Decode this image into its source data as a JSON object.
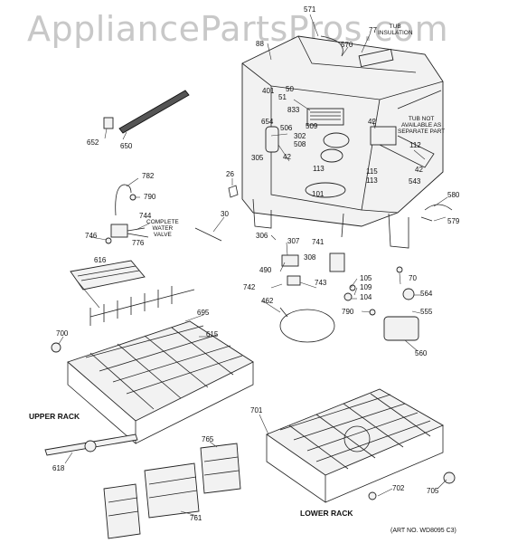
{
  "watermark": "AppliancePartsPros.com",
  "callouts": {
    "c571": "571",
    "c77": "77",
    "c570": "570",
    "c88": "88",
    "c401": "401",
    "c50": "50",
    "c51": "51",
    "c833": "833",
    "c654": "654",
    "c506": "506",
    "c509": "509",
    "c302": "302",
    "c508": "508",
    "c305": "305",
    "c42a": "42",
    "c113a": "113",
    "c101": "101",
    "c42b": "42",
    "c112": "112",
    "c115": "115",
    "c113b": "113",
    "c42c": "42",
    "c543": "543",
    "c580": "580",
    "c579": "579",
    "c652": "652",
    "c650": "650",
    "c782": "782",
    "c790a": "790",
    "c26": "26",
    "c744": "744",
    "c30": "30",
    "c746": "746",
    "c776": "776",
    "c306": "306",
    "c307": "307",
    "c741": "741",
    "c308": "308",
    "c490": "490",
    "c616": "616",
    "c105": "105",
    "c70": "70",
    "c742": "742",
    "c743": "743",
    "c109": "109",
    "c104": "104",
    "c564": "564",
    "c462": "462",
    "c555": "555",
    "c790b": "790",
    "c695": "695",
    "c615": "615",
    "c700": "700",
    "c560": "560",
    "c701": "701",
    "c765": "765",
    "c618": "618",
    "c761": "761",
    "c702": "702",
    "c705": "705"
  },
  "notes": {
    "tub_insulation": [
      "TUB",
      "INSULATION"
    ],
    "tub_not_available": [
      "TUB NOT",
      "AVAILABLE AS",
      "SEPARATE PART"
    ],
    "complete_water_valve": [
      "COMPLETE",
      "WATER",
      "VALVE"
    ]
  },
  "captions": {
    "upper_rack": "UPPER RACK",
    "lower_rack": "LOWER RACK",
    "art_no": "(ART NO. WD8095 C3)"
  }
}
